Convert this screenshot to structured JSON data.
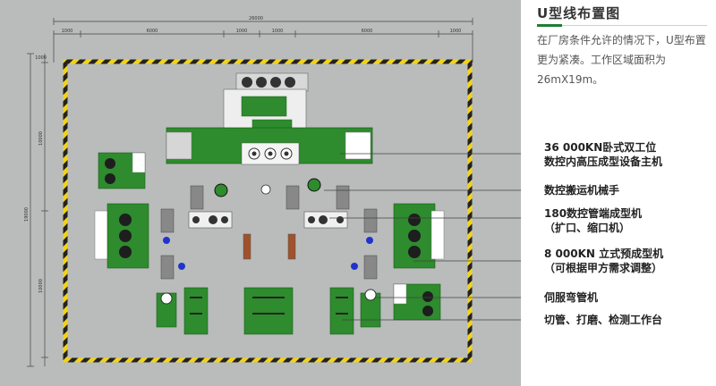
{
  "side": {
    "title": "U型线布置图",
    "description": "在厂房条件允许的情况下，U型布置更为紧凑。工作区域面积为26mX19m。"
  },
  "dimensions": {
    "total_width": "26000",
    "total_height": "19000",
    "top_segments": [
      "1000",
      "6000",
      "1000",
      "1000",
      "6000",
      "1000"
    ],
    "left_offset": "1000",
    "left_segments": [
      "10000",
      "10000"
    ]
  },
  "callouts": [
    {
      "id": "main-press",
      "lines": [
        "36 000KN卧式双工位",
        "数控内高压成型设备主机"
      ]
    },
    {
      "id": "robot",
      "lines": [
        "数控搬运机械手"
      ]
    },
    {
      "id": "end-former",
      "lines": [
        "180数控管端成型机",
        "（扩口、缩口机）"
      ]
    },
    {
      "id": "preformer",
      "lines": [
        "8 000KN 立式预成型机",
        "（可根据甲方需求调整）"
      ]
    },
    {
      "id": "bender",
      "lines": [
        "伺服弯管机"
      ]
    },
    {
      "id": "workbench",
      "lines": [
        "切管、打磨、检测工作台"
      ]
    }
  ],
  "colors": {
    "machine_green": "#2e8b2e",
    "hazard_yellow": "#f2d21b",
    "floor_gray": "#b9bcbb",
    "accent_green": "#1f7d32"
  }
}
